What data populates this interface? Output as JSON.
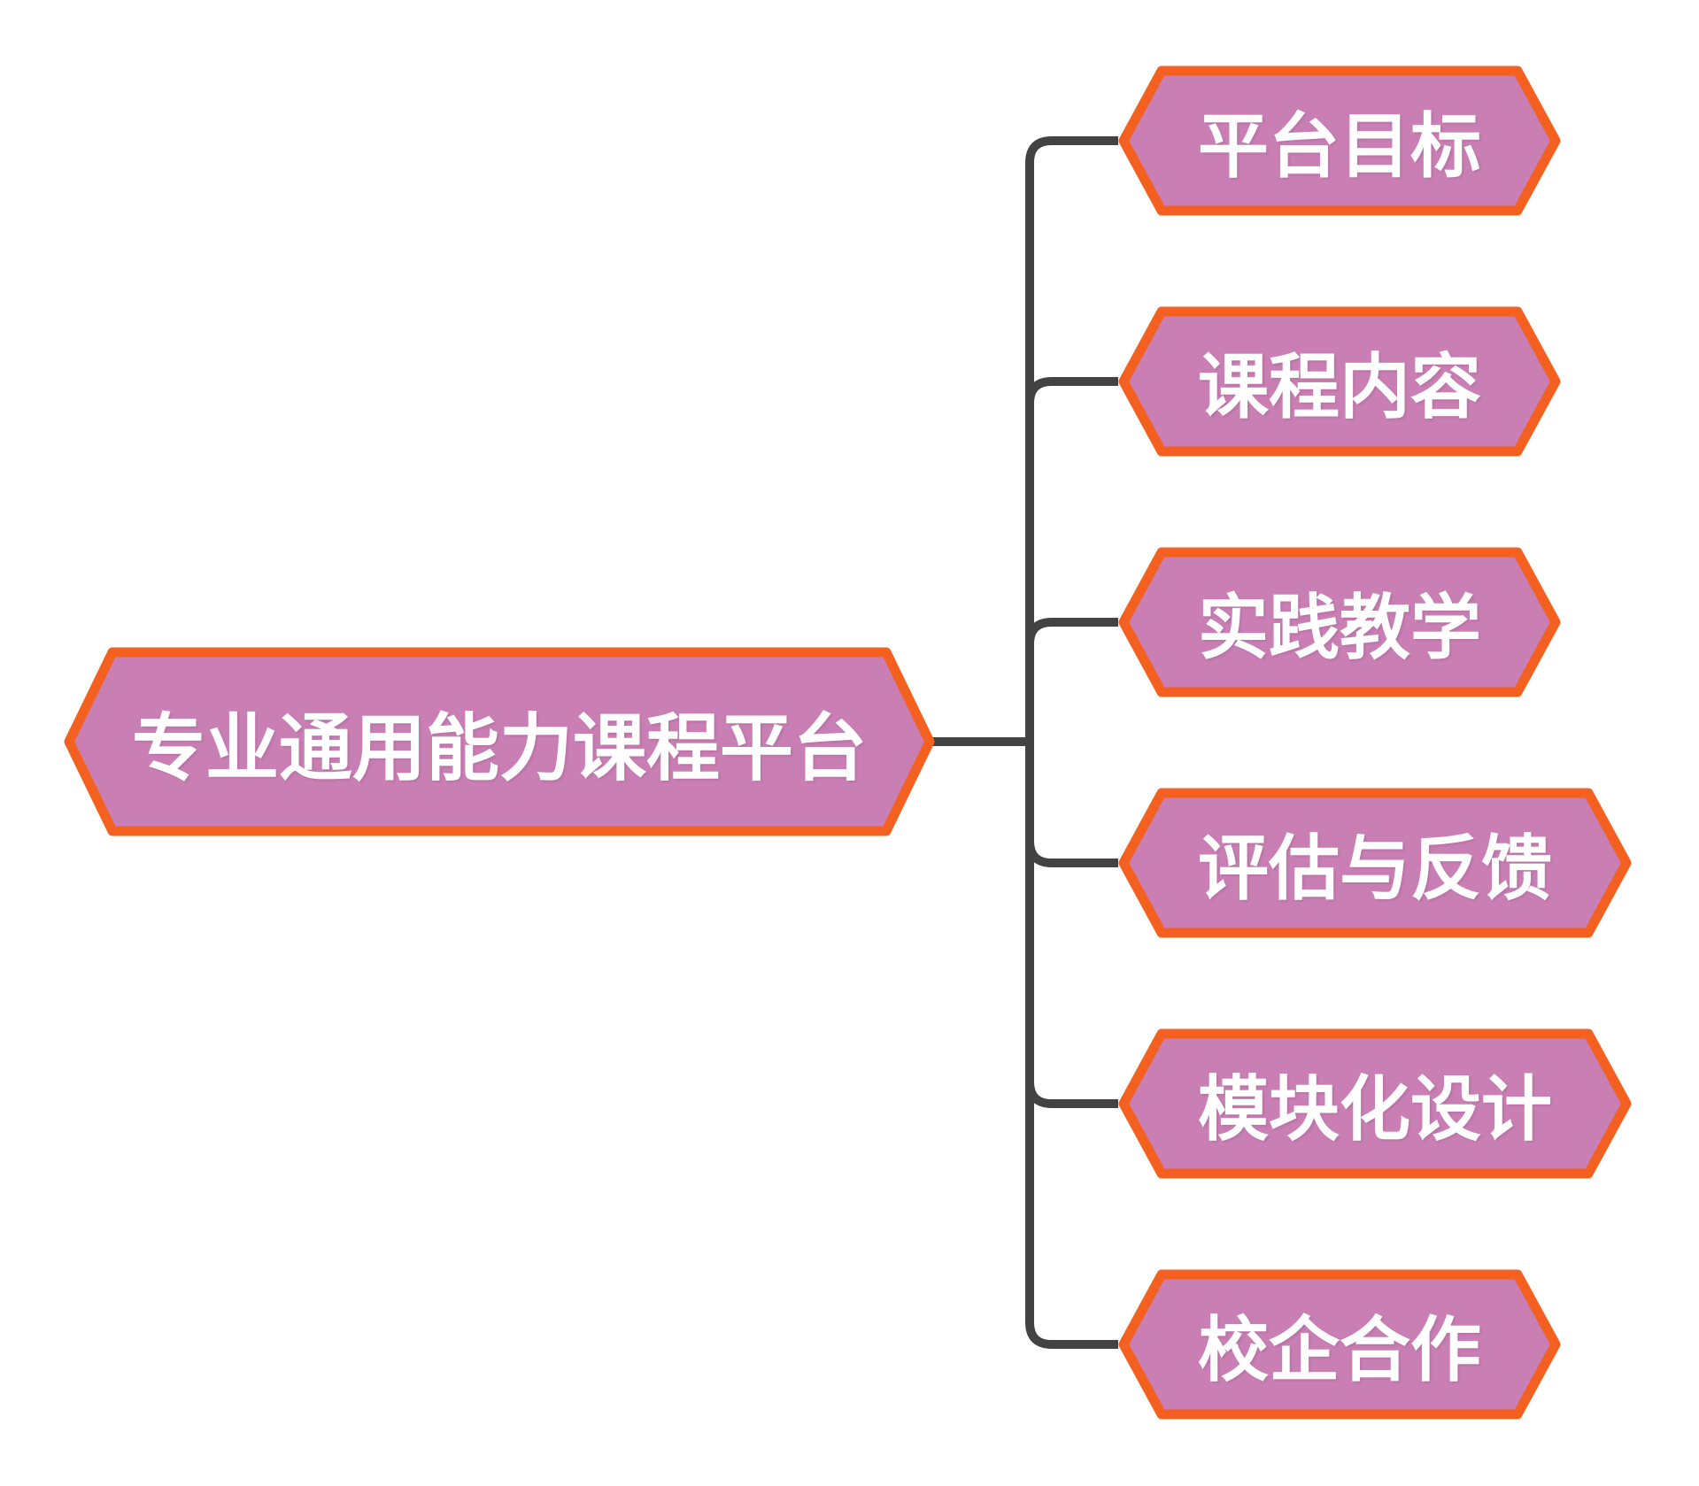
{
  "diagram": {
    "type": "mindmap",
    "central": {
      "label": "专业通用能力课程平台"
    },
    "branches": [
      {
        "label": "平台目标"
      },
      {
        "label": "课程内容"
      },
      {
        "label": "实践教学"
      },
      {
        "label": "评估与反馈"
      },
      {
        "label": "模块化设计"
      },
      {
        "label": "校企合作"
      }
    ],
    "colors": {
      "node_fill": "#c97fb4",
      "node_border": "#f4601f",
      "connector": "#434343",
      "text": "#ffffff",
      "background": "#ffffff"
    }
  }
}
